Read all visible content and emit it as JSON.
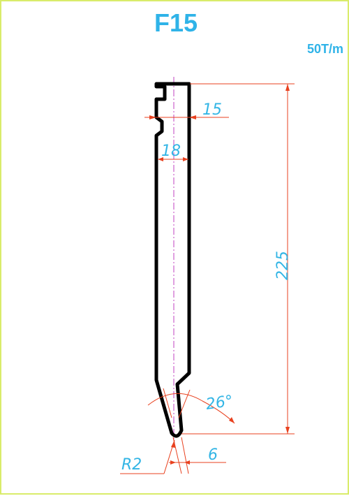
{
  "title": "F15",
  "capacity": "50T/m",
  "dimensions": {
    "top_width": "15",
    "body_width": "18",
    "height": "225",
    "angle": "26°",
    "radius": "R2",
    "tip_width": "6"
  },
  "colors": {
    "border": "#d9ec6a",
    "title": "#2fb3e8",
    "dimension_line": "#e8411f",
    "dimension_text": "#33b5e5",
    "profile": "#000000",
    "centerline": "#c040c0"
  }
}
